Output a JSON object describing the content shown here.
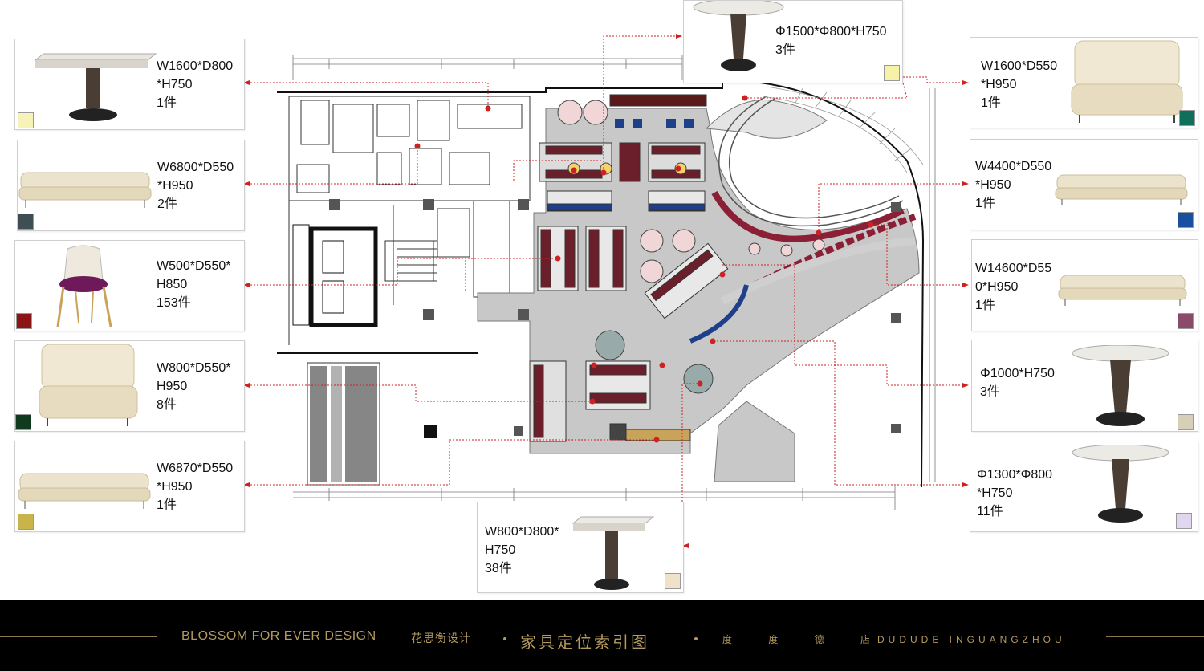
{
  "colors": {
    "leader": "#cc2222",
    "footer_gold": "#b59a5e",
    "floor_gray": "#c8c8c8"
  },
  "cards": [
    {
      "id": "card-table-w1600",
      "spec": "W1600*D800\n*H750\n1件",
      "swatch": "#f6f2b8",
      "icon": "square-table-icon"
    },
    {
      "id": "card-sofa-w6800",
      "spec": "W6800*D550\n*H950\n2件",
      "swatch": "#3e4e52",
      "icon": "long-sofa-icon"
    },
    {
      "id": "card-chair-w500",
      "spec": "W500*D550*\nH850\n153件",
      "swatch": "#8b1414",
      "icon": "chair-icon"
    },
    {
      "id": "card-booth-w800",
      "spec": "W800*D550*\nH950\n8件",
      "swatch": "#0f3a1e",
      "icon": "booth-sofa-icon"
    },
    {
      "id": "card-sofa-w6870",
      "spec": "W6870*D550\n*H950\n1件",
      "swatch": "#c8b44a",
      "icon": "long-sofa-icon"
    },
    {
      "id": "card-table-d1500",
      "spec": "Φ1500*Φ800*H750\n3件",
      "swatch": "#f6f2a8",
      "icon": "round-table-icon"
    },
    {
      "id": "card-booth-w1600",
      "spec": "W1600*D550\n*H950\n1件",
      "swatch": "#0f6f5a",
      "icon": "booth-sofa-icon"
    },
    {
      "id": "card-sofa-w4400",
      "spec": "W4400*D550\n*H950\n1件",
      "swatch": "#1a4fa0",
      "icon": "long-sofa-icon"
    },
    {
      "id": "card-sofa-w14600",
      "spec": "W14600*D55\n0*H950\n1件",
      "swatch": "#8a4a6a",
      "icon": "long-sofa-icon"
    },
    {
      "id": "card-table-d1000",
      "spec": "Φ1000*H750\n3件",
      "swatch": "#d8cfb8",
      "icon": "round-table-icon"
    },
    {
      "id": "card-table-d1300",
      "spec": "Φ1300*Φ800\n*H750\n11件",
      "swatch": "#e0d6ee",
      "icon": "round-table-icon"
    },
    {
      "id": "card-table-w800",
      "spec": "W800*D800*\nH750\n38件",
      "swatch": "#efe2c8",
      "icon": "square-table-icon"
    }
  ],
  "footer": {
    "brand_en": "BLOSSOM FOR EVER DESIGN",
    "brand_cn": "花思衡设计",
    "title": "家具定位索引图",
    "cn_name": "度 度 德 店",
    "en_name": "DUDUDE INGUANGZHOU"
  }
}
